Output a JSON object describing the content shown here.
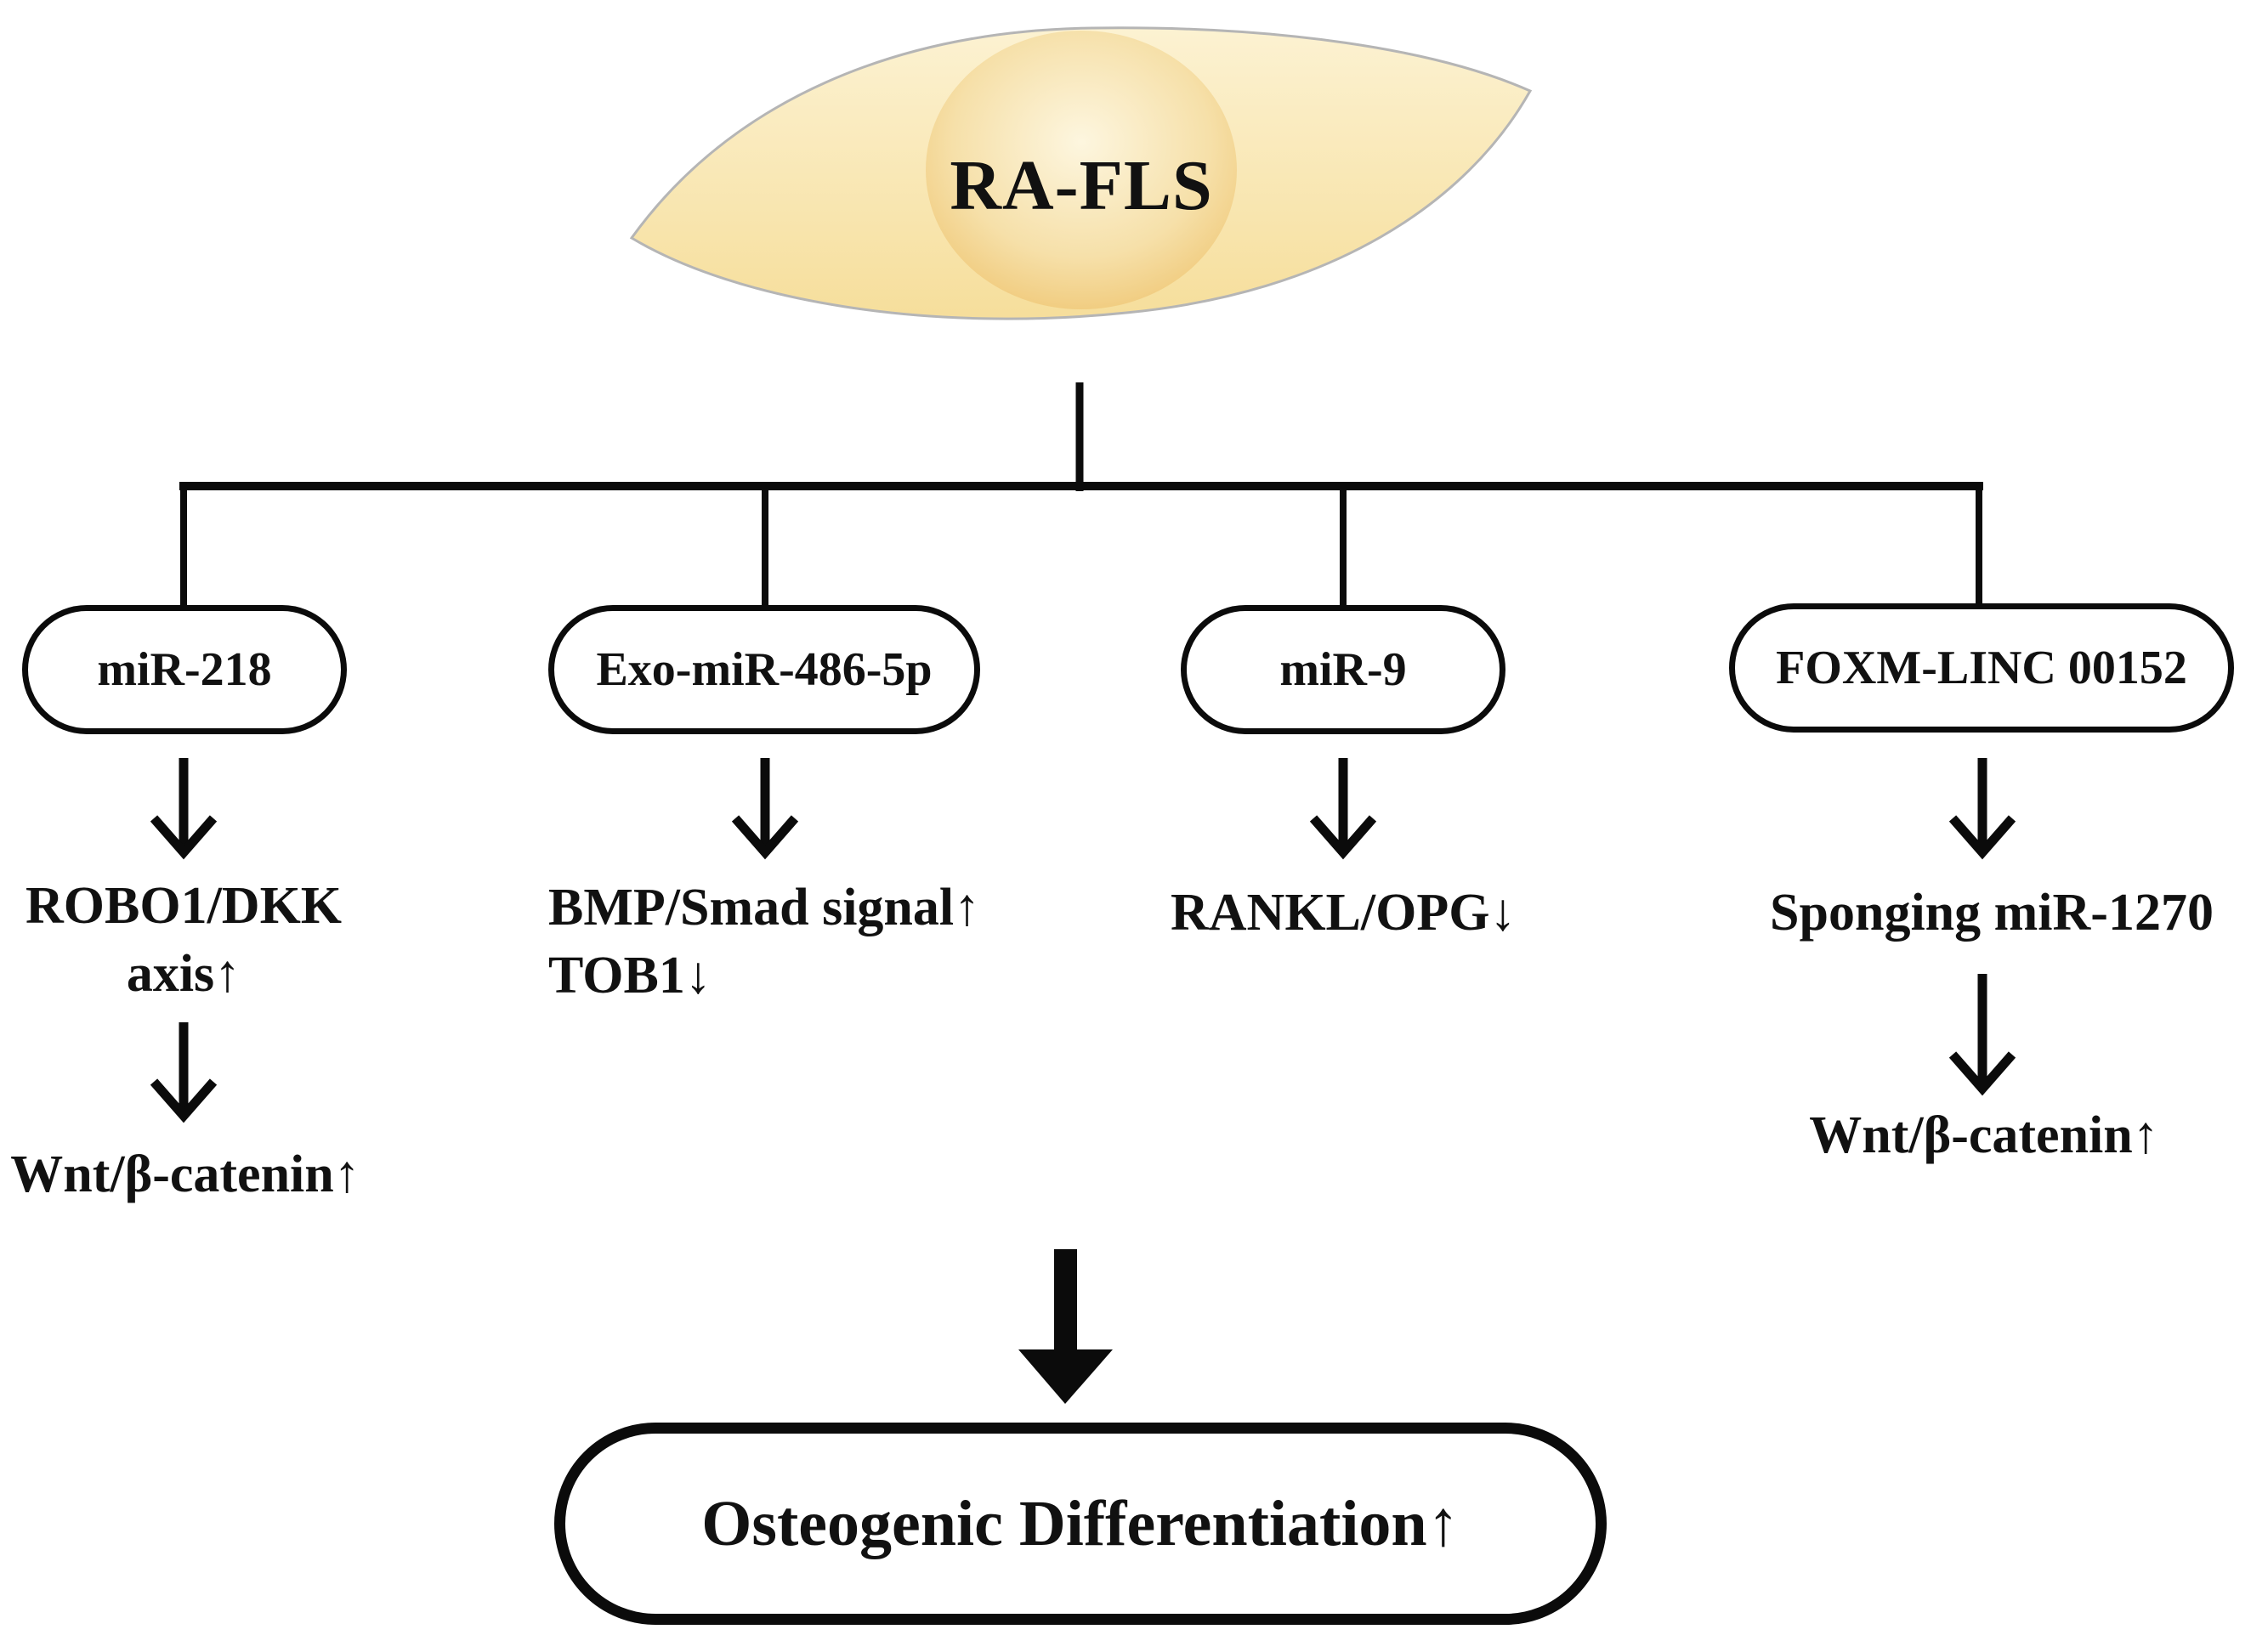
{
  "diagram": {
    "cell": {
      "label": "RA-FLS"
    },
    "branches": [
      {
        "node": "miR-218",
        "effects": [
          {
            "lines": [
              "ROBO1/DKK",
              "axis↑"
            ]
          },
          {
            "lines": [
              "Wnt/β-catenin↑"
            ]
          }
        ]
      },
      {
        "node": "Exo-miR-486-5p",
        "effects": [
          {
            "lines": [
              "BMP/Smad signal↑",
              "TOB1↓"
            ]
          }
        ]
      },
      {
        "node": "miR-9",
        "effects": [
          {
            "lines": [
              "RANKL/OPG↓"
            ]
          }
        ]
      },
      {
        "node": "FOXM-LINC 00152",
        "effects": [
          {
            "lines": [
              "Sponging miR-1270"
            ]
          },
          {
            "lines": [
              "Wnt/β-catenin↑"
            ]
          }
        ]
      }
    ],
    "outcome": {
      "label": "Osteogenic Differentiation↑"
    },
    "colors": {
      "line": "#0b0b0b",
      "text": "#111111",
      "background": "#ffffff",
      "cell_fill_top": "#FCF2D2",
      "cell_fill_bottom": "#F6DE9B",
      "cell_outline": "#b5b5b5",
      "nucleus_center": "#FDF6DF",
      "nucleus_mid": "#F6E0A9",
      "nucleus_edge": "#EDBE62"
    }
  }
}
